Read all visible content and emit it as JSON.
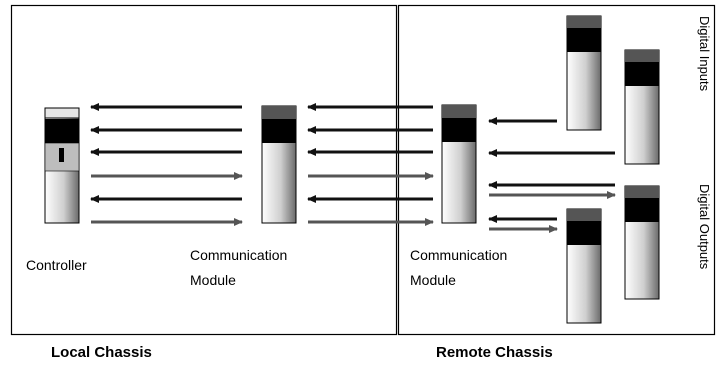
{
  "labels": {
    "controller": "Controller",
    "local_comm_line1": "Communication",
    "local_comm_line2": "Module",
    "remote_comm_line1": "Communication",
    "remote_comm_line2": "Module",
    "local_chassis": "Local Chassis",
    "remote_chassis": "Remote Chassis",
    "digital_inputs": "Digital Inputs",
    "digital_outputs": "Digital Outputs"
  },
  "colors": {
    "outline": "#000000",
    "module_top": "#555555",
    "module_band": "#000000",
    "arrow_dark": "#111111",
    "arrow_gray": "#555555"
  }
}
